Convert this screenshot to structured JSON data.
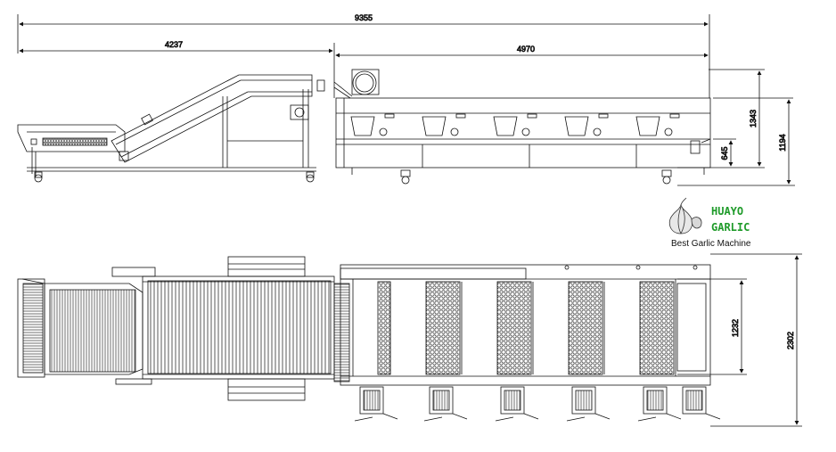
{
  "dimensions": {
    "overall_length": "9355",
    "feeder_length": "4237",
    "washer_length": "4970",
    "washer_height": "1343",
    "overall_height": "1194",
    "tank_height": "645",
    "plan_inner_width": "1232",
    "plan_overall_width": "2302"
  },
  "brand": {
    "name_line1": "HUAYO",
    "name_line2": "GARLIC",
    "tagline": "Best Garlic Machine"
  },
  "colors": {
    "line": "#111111",
    "brand_green": "#1f9b2a"
  }
}
